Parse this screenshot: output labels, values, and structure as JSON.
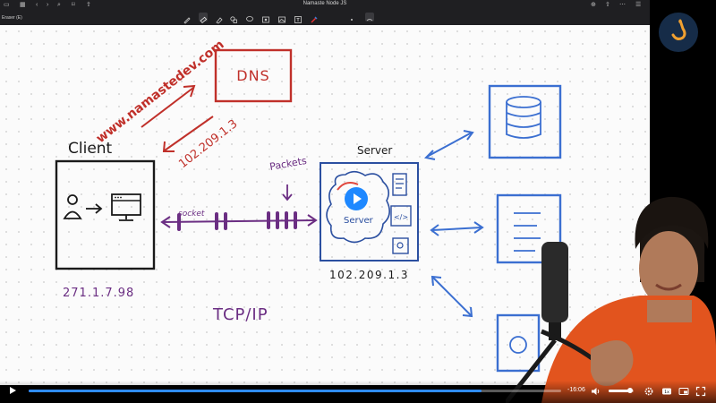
{
  "app": {
    "title": "Namaste Node JS",
    "tool_hint": "Eraser (E)",
    "tools": [
      "pen-icon",
      "eraser-icon",
      "highlighter-icon",
      "shapes-icon",
      "lasso-icon",
      "image-icon",
      "text-box-icon",
      "color-picker-icon",
      "more-icon",
      "add-page-icon"
    ],
    "active_tool": "eraser-icon"
  },
  "diagram": {
    "dns_label": "DNS",
    "domain_label": "www.namastedev.com",
    "dns_reply_ip": "102.209.1.3",
    "client_label": "Client",
    "client_ip": "271.1.7.98",
    "socket_label": "socket",
    "packets_label": "Packets",
    "server_label": "Server",
    "server_inner_label": "Server",
    "server_ip": "102.209.1.3",
    "protocol_label": "TCP/IP",
    "colors": {
      "red": "#c0302a",
      "purple": "#6b2e83",
      "blue": "#3b6fd1",
      "black": "#1a1a1a"
    }
  },
  "player": {
    "time_remaining": "-16:06",
    "progress": 0.85,
    "volume": 0.85,
    "buttons": [
      "play-icon",
      "volume-icon",
      "settings-icon",
      "speed-icon",
      "captions-icon",
      "pip-icon",
      "fullscreen-icon"
    ]
  }
}
